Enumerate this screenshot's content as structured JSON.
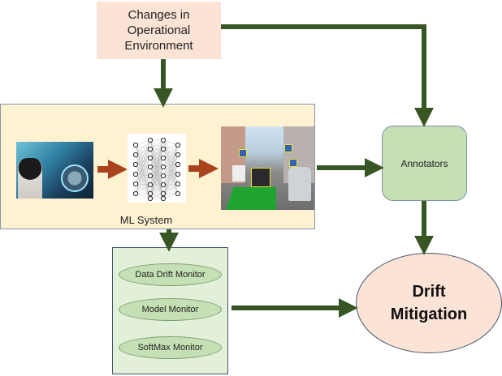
{
  "diagram": {
    "nodes": {
      "environment": {
        "label": "Changes in\nOperational\nEnvironment",
        "color": "#fbe3d6"
      },
      "ml_system": {
        "label": "ML System",
        "color": "#fff2d1",
        "images": [
          "driver-in-autonomous-car",
          "neural-network",
          "annotated-street-scene"
        ]
      },
      "monitors": {
        "color": "#e2f0d9",
        "items": [
          "Data Drift Monitor",
          "Model Monitor",
          "SoftMax Monitor"
        ]
      },
      "annotators": {
        "label": "Annotators",
        "color": "#c5e0b4"
      },
      "drift_mitigation": {
        "label": "Drift\nMitigation",
        "color": "#fbe3d6"
      }
    },
    "edges": [
      {
        "from": "environment",
        "to": "ml_system"
      },
      {
        "from": "environment",
        "to": "annotators"
      },
      {
        "from": "driver-in-autonomous-car",
        "to": "neural-network"
      },
      {
        "from": "neural-network",
        "to": "annotated-street-scene"
      },
      {
        "from": "ml_system",
        "to": "annotators"
      },
      {
        "from": "ml_system",
        "to": "monitors"
      },
      {
        "from": "annotators",
        "to": "drift_mitigation"
      },
      {
        "from": "monitors",
        "to": "drift_mitigation"
      }
    ],
    "colors": {
      "arrow": "#375623",
      "inner_arrow": "#a9431e",
      "border": "#44546a"
    }
  }
}
